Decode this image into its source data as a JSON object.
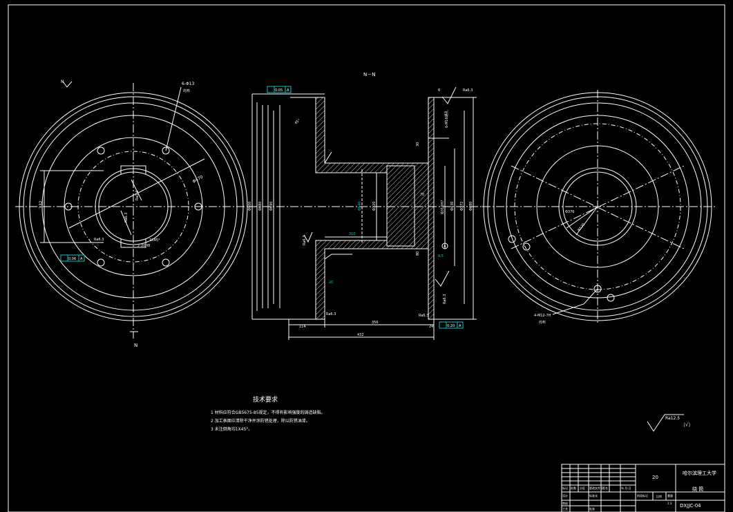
{
  "colors": {
    "background": "#000000",
    "line": "#ffffff",
    "hatch": "#ffffff",
    "tolerance_box": "#00c8c8",
    "center_line": "#ffffff"
  },
  "section_label": "N－N",
  "view_marks": {
    "left_top": "N",
    "left_bottom": "N"
  },
  "left_view": {
    "hole_note": "6-Φ13",
    "hole_note_sub": "均布",
    "pcd": "Φ470",
    "dim_vertical": "332",
    "roughness_1": "Ra6.3",
    "roughness_2": "Ra1.6",
    "roughness_3": "Ra6.3",
    "tolerance": "0.06",
    "datum": "A",
    "note_a": "2-20H8",
    "note_b": "1X45°"
  },
  "section_view": {
    "flatness_tol": "0.05",
    "flatness_datum": "A",
    "runout_tol": "0.20",
    "runout_datum": "A",
    "diam_outer": "Φ900",
    "diam_flange": "Φ880",
    "diam_left_hub": "Φ690",
    "diam_bore_1": "Φ540",
    "diam_bore_2": "Φ320",
    "diam_right_1": "Φ430",
    "diam_right_2": "Φ372",
    "diam_right_3": "Φ880",
    "diam_keyed": "Φ310H7",
    "dim_310": "310",
    "dim_80": "80",
    "dim_70": "70",
    "dim_20": "20",
    "dim_114": "114",
    "dim_356": "356",
    "dim_432": "432",
    "dim_24": "24",
    "dim_6": "6",
    "dim_30": "30",
    "dim_05": "0.5",
    "note_thread": "6-M16通孔",
    "roughness_top": "Ra6.3",
    "roughness_left": "Ra6.3",
    "roughness_right": "Ra6.3",
    "roughness_bottom": "Ra6.3",
    "roughness_mid": "Ra6.3",
    "datum_label": "A",
    "angle_note": "45°"
  },
  "right_view": {
    "dia_1": "Φ376",
    "dia_2": "Φ530",
    "hole_note": "4-M12-7H",
    "hole_note_sub": "均布"
  },
  "tech_req": {
    "title": "技术要求",
    "items": [
      "1 材料应符合GB5675-85规定，不得有影响强度的铸造缺陷。",
      "2 加工表面应清除干净并涂防锈处理，除以防锈油漆。",
      "3 未注倒角均1X45°。"
    ]
  },
  "surface_symbol": {
    "value": "Ra12.5",
    "suffix": "（√）"
  },
  "title_block": {
    "quantity": "20",
    "school": "哈尔滨理工大学",
    "part_name": "绕 筒",
    "drawing_no": "DXJJC-04",
    "scale_label": "比例",
    "scale_value": "1:3",
    "cells": [
      "标记",
      "处数",
      "分区",
      "更改文件号",
      "签名",
      "年.月.日",
      "设计",
      "标准化",
      "阶段标记",
      "重量",
      "审核",
      "工艺",
      "批准"
    ]
  }
}
